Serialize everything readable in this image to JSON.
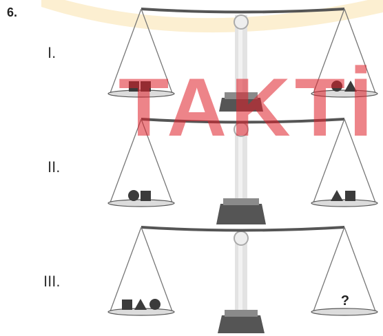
{
  "question": {
    "number": "6."
  },
  "watermark": {
    "text": "TAKTİ",
    "color": "#e0202a"
  },
  "colors": {
    "beam": "#555555",
    "string": "#777777",
    "shape": "#3b3b3b",
    "base": "#555555",
    "column": "#e3e3e3",
    "accent_band": "#f6d27a"
  },
  "scales": [
    {
      "roman": "I.",
      "left_pan": [
        "square",
        "square"
      ],
      "right_pan": [
        "circle",
        "triangle"
      ]
    },
    {
      "roman": "II.",
      "left_pan": [
        "circle",
        "square"
      ],
      "right_pan": [
        "triangle",
        "square"
      ]
    },
    {
      "roman": "III.",
      "left_pan": [
        "square",
        "triangle",
        "circle"
      ],
      "right_pan_text": "?"
    }
  ]
}
